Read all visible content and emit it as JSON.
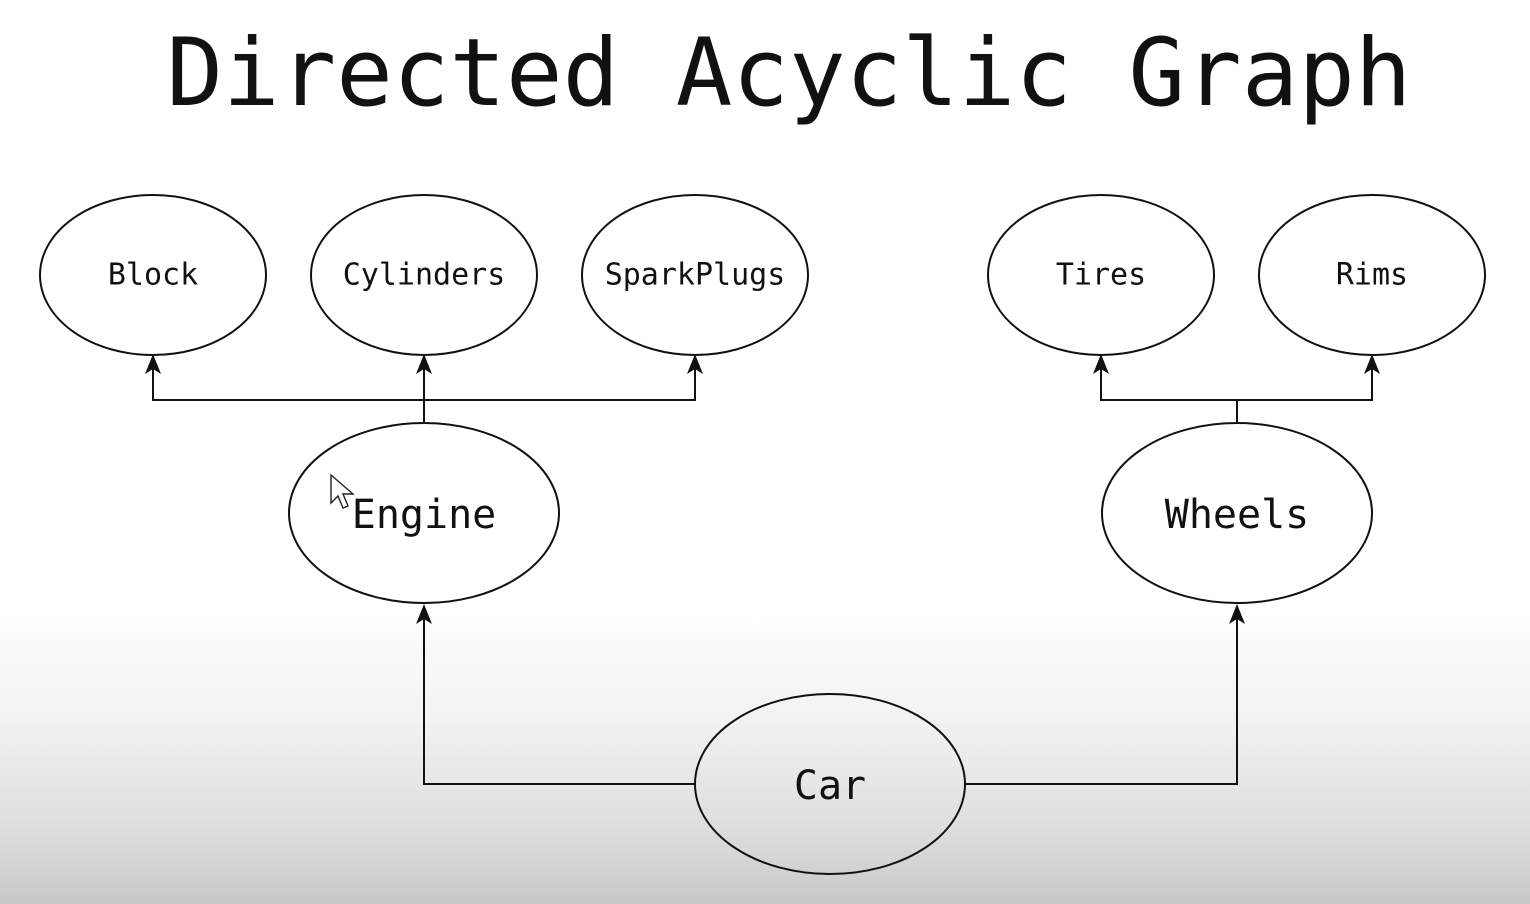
{
  "title": "Directed Acyclic Graph",
  "nodes": {
    "block": "Block",
    "cylinders": "Cylinders",
    "sparkplugs": "SparkPlugs",
    "tires": "Tires",
    "rims": "Rims",
    "engine": "Engine",
    "wheels": "Wheels",
    "car": "Car"
  },
  "edges": [
    {
      "from": "Car",
      "to": "Engine"
    },
    {
      "from": "Car",
      "to": "Wheels"
    },
    {
      "from": "Engine",
      "to": "Block"
    },
    {
      "from": "Engine",
      "to": "Cylinders"
    },
    {
      "from": "Engine",
      "to": "SparkPlugs"
    },
    {
      "from": "Wheels",
      "to": "Tires"
    },
    {
      "from": "Wheels",
      "to": "Rims"
    }
  ],
  "colors": {
    "stroke": "#111111",
    "background_top": "#ffffff",
    "background_bottom": "#c8c8c8"
  },
  "icons": {
    "cursor": "mouse-pointer-icon"
  }
}
